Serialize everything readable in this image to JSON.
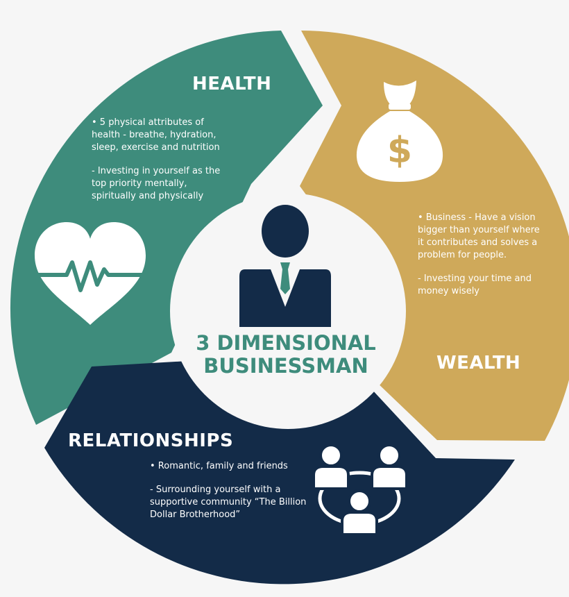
{
  "center": {
    "line1": "3 DIMENSIONAL",
    "line2": "BUSINESSMAN"
  },
  "segments": {
    "health": {
      "title": "HEALTH",
      "bullets": [
        "• 5 physical attributes of health - breathe, hydration, sleep, exercise and nutrition",
        "- Investing in yourself as the top priority mentally, spiritually and physically"
      ],
      "color": "#3e8c7c",
      "icon": "heart-pulse-icon"
    },
    "wealth": {
      "title": "WEALTH",
      "bullets": [
        "• Business - Have a vision bigger than yourself where it contributes and solves a problem for people.",
        "- Investing your time and money wisely"
      ],
      "color": "#cfa95a",
      "icon": "money-bag-icon"
    },
    "relationships": {
      "title": "RELATIONSHIPS",
      "bullets": [
        "• Romantic, family and friends",
        "- Surrounding yourself with a supportive community “The Billion Dollar Brotherhood”"
      ],
      "color": "#132b48",
      "icon": "community-icon"
    }
  },
  "icons": {
    "center": "businessman-icon",
    "money_symbol": "$"
  }
}
